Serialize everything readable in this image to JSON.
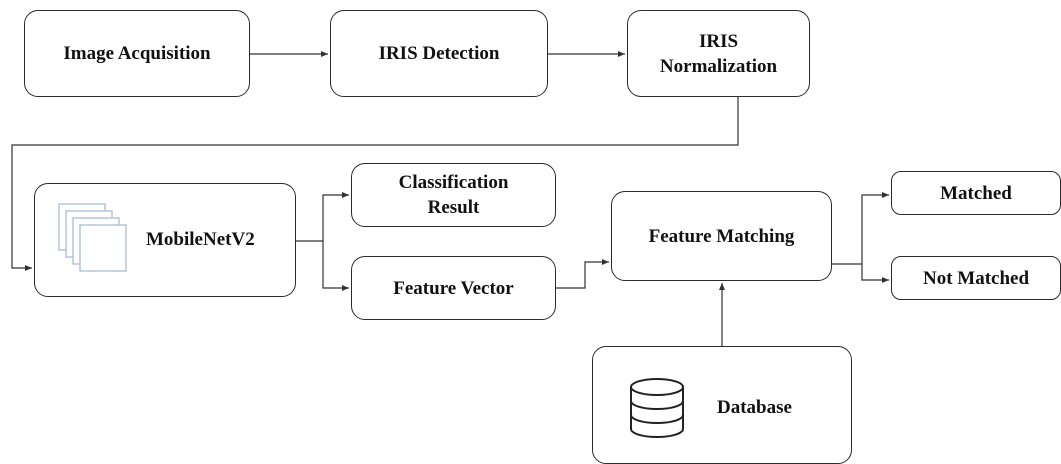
{
  "nodes": {
    "image_acquisition": "Image Acquisition",
    "iris_detection": "IRIS Detection",
    "iris_normalization": "IRIS\nNormalization",
    "mobilenet": "MobileNetV2",
    "classification_result": "Classification\nResult",
    "feature_vector": "Feature Vector",
    "feature_matching": "Feature Matching",
    "matched": "Matched",
    "not_matched": "Not Matched",
    "database": "Database"
  },
  "icons": {
    "mobilenet": "stacked-layers-icon",
    "database": "database-icon"
  },
  "colors": {
    "box_border": "#2b2b2b",
    "arrow": "#333333",
    "layer_stroke": "#a9bdd6",
    "text": "#111111"
  }
}
